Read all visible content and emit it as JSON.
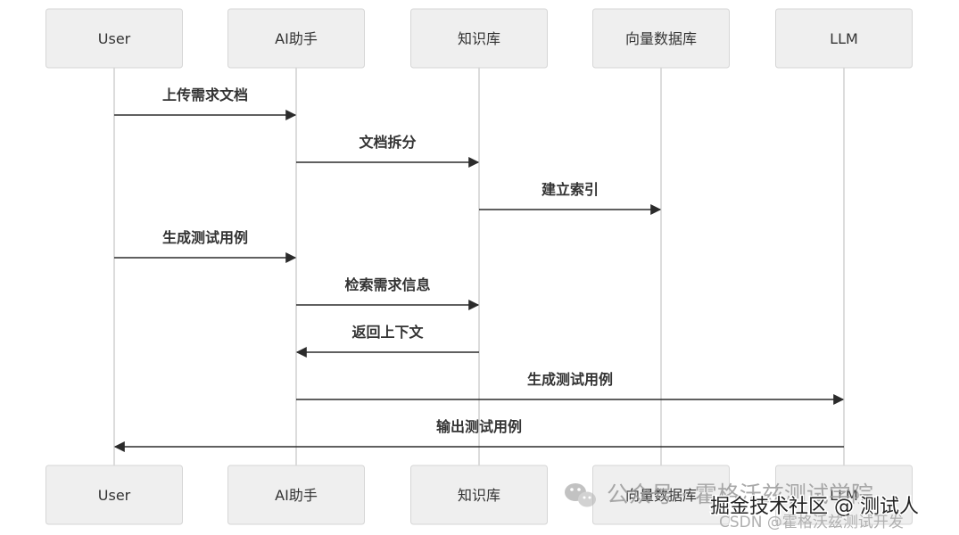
{
  "actors": [
    {
      "id": "user",
      "label": "User"
    },
    {
      "id": "ai",
      "label": "AI助手"
    },
    {
      "id": "kb",
      "label": "知识库"
    },
    {
      "id": "vdb",
      "label": "向量数据库"
    },
    {
      "id": "llm",
      "label": "LLM"
    }
  ],
  "messages": [
    {
      "from": 0,
      "to": 1,
      "label": "上传需求文档"
    },
    {
      "from": 1,
      "to": 2,
      "label": "文档拆分"
    },
    {
      "from": 2,
      "to": 3,
      "label": "建立索引"
    },
    {
      "from": 0,
      "to": 1,
      "label": "生成测试用例"
    },
    {
      "from": 1,
      "to": 2,
      "label": "检索需求信息"
    },
    {
      "from": 2,
      "to": 1,
      "label": "返回上下文"
    },
    {
      "from": 1,
      "to": 4,
      "label": "生成测试用例"
    },
    {
      "from": 4,
      "to": 0,
      "label": "输出测试用例"
    }
  ],
  "watermarks": {
    "wechat": "公众号 · 霍格沃兹测试学院",
    "juejin": "掘金技术社区 @ 测试人",
    "csdn": "CSDN @霍格沃兹测试开发"
  },
  "colors": {
    "actor_fill": "#efefef",
    "actor_border": "#d6d6d6",
    "lifeline": "#dcdcdc",
    "arrow": "#2b2b2b"
  }
}
